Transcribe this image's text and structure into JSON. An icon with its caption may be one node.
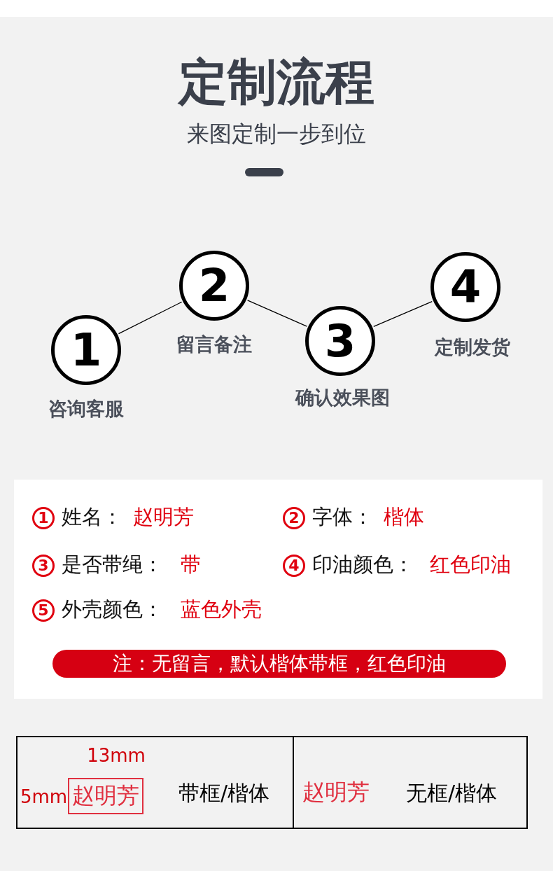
{
  "diagram": {
    "title": "定制流程",
    "nodes": [
      {
        "text": [
          "1"
        ],
        "beside": [
          "咨询客服"
        ]
      },
      {
        "text": [
          "2"
        ],
        "beside": [
          "留言备注"
        ]
      },
      {
        "text": [
          "3"
        ],
        "beside": [
          "确认效果图"
        ]
      },
      {
        "text": [
          "4"
        ],
        "beside": [
          "定制发货"
        ]
      }
    ],
    "edges": [
      {
        "from": 0,
        "to": 1,
        "arrow": "none"
      },
      {
        "from": 1,
        "to": 2,
        "arrow": "none"
      },
      {
        "from": 2,
        "to": 3,
        "arrow": "none"
      }
    ],
    "labels": [
      "来图定制一步到位",
      "1",
      "姓名：",
      "赵明芳",
      "2",
      "字体：",
      "楷体",
      "3",
      "是否带绳：",
      "带",
      "4",
      "印油颜色：",
      "红色印油",
      "5",
      "外壳颜色：",
      "蓝色外壳",
      "注：无留言，默认楷体带框，红色印油",
      "13mm",
      "5mm",
      "赵明芳",
      "带框/楷体",
      "赵明芳",
      "无框/楷体"
    ]
  }
}
